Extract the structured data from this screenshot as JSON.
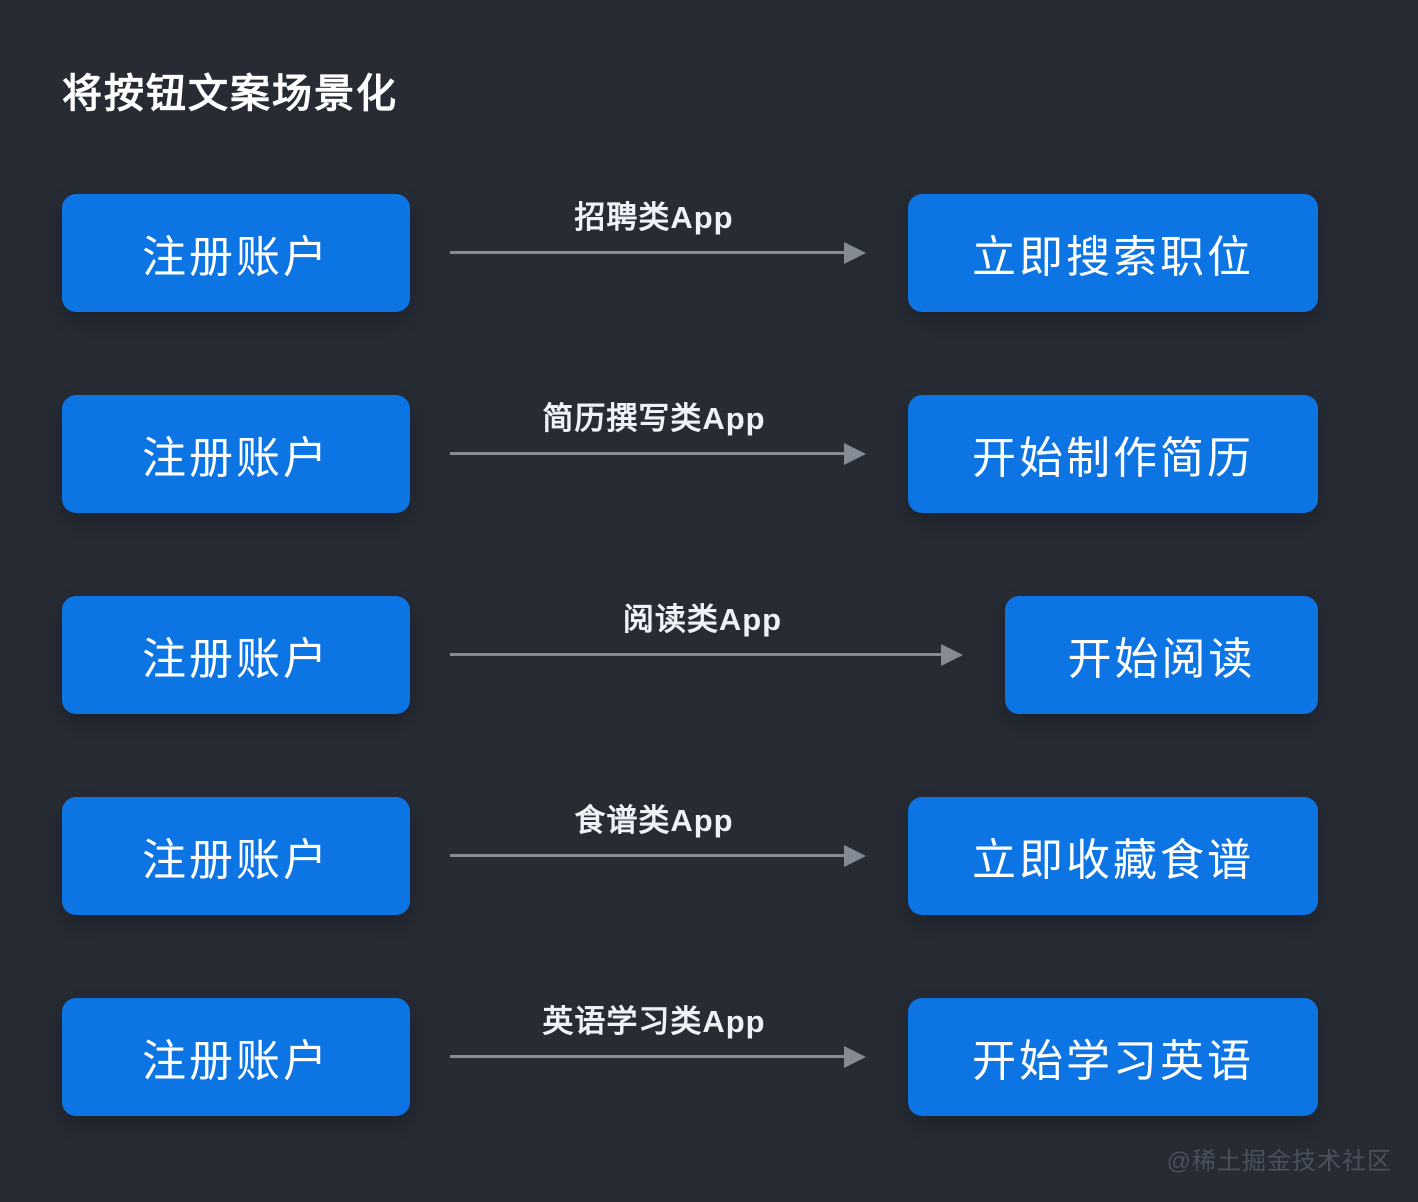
{
  "title": "将按钮文案场景化",
  "watermark": "@稀土掘金技术社区",
  "colors": {
    "background": "#262b34",
    "button": "#0d74e4",
    "button_text": "#ffffff",
    "arrow": "#858b95",
    "label_text": "#eef1f5",
    "title_text": "#ffffff",
    "watermark_text": "#4a515d"
  },
  "rows": [
    {
      "left_button": "注册账户",
      "app_label": "招聘类App",
      "right_button": "立即搜索职位"
    },
    {
      "left_button": "注册账户",
      "app_label": "简历撰写类App",
      "right_button": "开始制作简历"
    },
    {
      "left_button": "注册账户",
      "app_label": "阅读类App",
      "right_button": "开始阅读"
    },
    {
      "left_button": "注册账户",
      "app_label": "食谱类App",
      "right_button": "立即收藏食谱"
    },
    {
      "left_button": "注册账户",
      "app_label": "英语学习类App",
      "right_button": "开始学习英语"
    }
  ]
}
